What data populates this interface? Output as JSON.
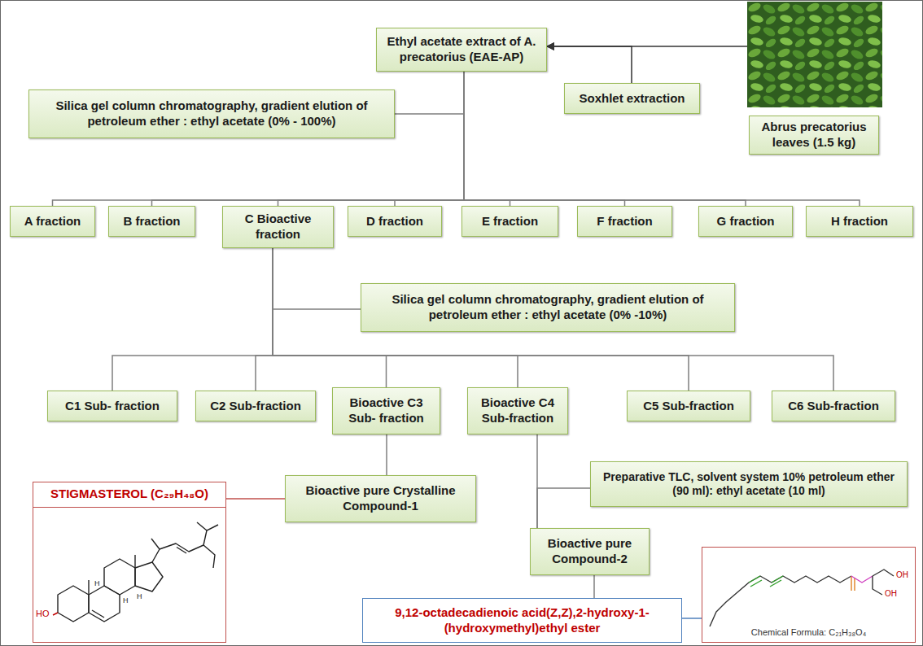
{
  "diagram": {
    "nodes": [
      {
        "text": [
          "Ethyl acetate extract of A. precatorius (EAE-AP)"
        ]
      },
      {
        "text": [
          "Soxhlet extraction"
        ]
      },
      {
        "text": [
          "Abrus precatorius leaves (1.5 kg)"
        ]
      },
      {
        "text": [
          "Silica gel column chromatography, gradient elution of petroleum ether : ethyl acetate (0% - 100%)"
        ]
      },
      {
        "text": [
          "A fraction"
        ]
      },
      {
        "text": [
          "B fraction"
        ]
      },
      {
        "text": [
          "C Bioactive fraction"
        ]
      },
      {
        "text": [
          "D fraction"
        ]
      },
      {
        "text": [
          "E fraction"
        ]
      },
      {
        "text": [
          "F fraction"
        ]
      },
      {
        "text": [
          "G fraction"
        ]
      },
      {
        "text": [
          "H fraction"
        ]
      },
      {
        "text": [
          "Silica gel column chromatography, gradient elution of petroleum ether : ethyl acetate (0% -10%)"
        ]
      },
      {
        "text": [
          "C1 Sub- fraction"
        ]
      },
      {
        "text": [
          "C2 Sub-fraction"
        ]
      },
      {
        "text": [
          "Bioactive C3 Sub- fraction"
        ]
      },
      {
        "text": [
          "Bioactive C4 Sub-fraction"
        ]
      },
      {
        "text": [
          "C5 Sub-fraction"
        ]
      },
      {
        "text": [
          "C6 Sub-fraction"
        ]
      },
      {
        "text": [
          "Bioactive pure Crystalline Compound-1"
        ]
      },
      {
        "text": [
          "Preparative TLC, solvent system 10% petroleum ether (90 ml): ethyl acetate (10 ml)"
        ]
      },
      {
        "text": [
          "Bioactive pure Compound-2"
        ]
      },
      {
        "text": [
          "STIGMASTEROL (C₂₉H₄₈O)"
        ]
      },
      {
        "text": [
          "9,12-octadecadienoic acid(Z,Z),2-hydroxy-1-(hydroxymethyl)ethyl ester"
        ]
      },
      {
        "text": [
          "Chemical Formula: C₂₁H₃₈O₄"
        ]
      }
    ],
    "edges": [
      {
        "from": 2,
        "to": 0,
        "arrow": "to"
      },
      {
        "from": 1,
        "to": 0,
        "arrow": "to"
      },
      {
        "from": 0,
        "to": 4,
        "arrow": "none"
      },
      {
        "from": 0,
        "to": 5,
        "arrow": "none"
      },
      {
        "from": 0,
        "to": 6,
        "arrow": "none"
      },
      {
        "from": 0,
        "to": 7,
        "arrow": "none"
      },
      {
        "from": 0,
        "to": 8,
        "arrow": "none"
      },
      {
        "from": 0,
        "to": 9,
        "arrow": "none"
      },
      {
        "from": 0,
        "to": 10,
        "arrow": "none"
      },
      {
        "from": 0,
        "to": 11,
        "arrow": "none"
      },
      {
        "from": 3,
        "to": 0,
        "arrow": "none"
      },
      {
        "from": 6,
        "to": 13,
        "arrow": "none"
      },
      {
        "from": 6,
        "to": 14,
        "arrow": "none"
      },
      {
        "from": 6,
        "to": 15,
        "arrow": "none"
      },
      {
        "from": 6,
        "to": 16,
        "arrow": "none"
      },
      {
        "from": 6,
        "to": 17,
        "arrow": "none"
      },
      {
        "from": 6,
        "to": 18,
        "arrow": "none"
      },
      {
        "from": 12,
        "to": 6,
        "arrow": "none"
      },
      {
        "from": 15,
        "to": 19,
        "arrow": "none"
      },
      {
        "from": 19,
        "to": 22,
        "arrow": "none"
      },
      {
        "from": 16,
        "to": 21,
        "arrow": "none"
      },
      {
        "from": 20,
        "to": 21,
        "arrow": "none"
      },
      {
        "from": 21,
        "to": 23,
        "arrow": "none"
      },
      {
        "from": 23,
        "to": 24,
        "arrow": "none"
      }
    ],
    "labels": [
      "HO",
      "H",
      "H",
      "H",
      "OH",
      "OH"
    ]
  }
}
